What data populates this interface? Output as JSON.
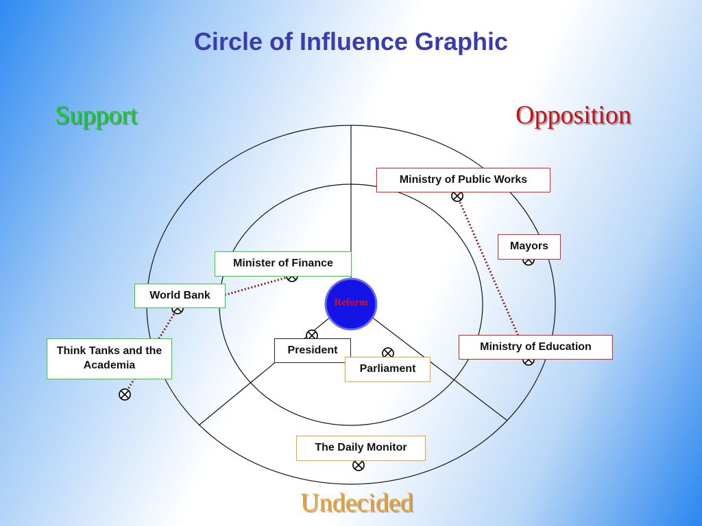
{
  "title": "Circle of Influence Graphic",
  "sections": {
    "support": "Support",
    "opposition": "Opposition",
    "undecided": "Undecided"
  },
  "center": "Reform",
  "actors": {
    "ministry_public_works": "Ministry of Public Works",
    "mayors": "Mayors",
    "minister_finance": "Minister of Finance",
    "world_bank": "World Bank",
    "think_tanks": "Think Tanks and the Academia",
    "president": "President",
    "parliament": "Parliament",
    "ministry_education": "Ministry of Education",
    "daily_monitor": "The Daily Monitor"
  },
  "colors": {
    "support": "#14d414",
    "opposition": "#cc1111",
    "undecided": "#f0a020",
    "title": "#3b3bb0",
    "reform_fill": "#1414e6",
    "connector": "#8b1a1a"
  }
}
